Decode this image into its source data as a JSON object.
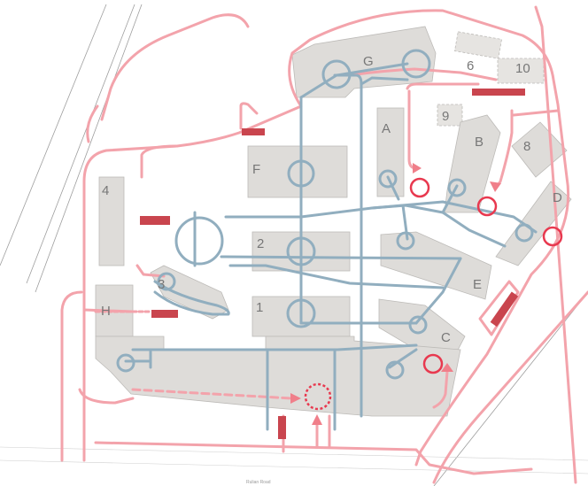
{
  "map": {
    "building_labels": {
      "G": "G",
      "A": "A",
      "B": "B",
      "C": "C",
      "D": "D",
      "E": "E",
      "F": "F",
      "H": "H",
      "n1": "1",
      "n2": "2",
      "n3": "3",
      "n4": "4",
      "n6": "6",
      "n8": "8",
      "n9": "9",
      "n10": "10"
    },
    "road_label": "Rulian Road",
    "colors": {
      "site_boundary_route": "#f3a3ab",
      "internal_network": "#91aebf",
      "entry_point_marker": "#e8394f",
      "parking_block": "#c9454e",
      "building_fill": "#dedcd9"
    }
  }
}
